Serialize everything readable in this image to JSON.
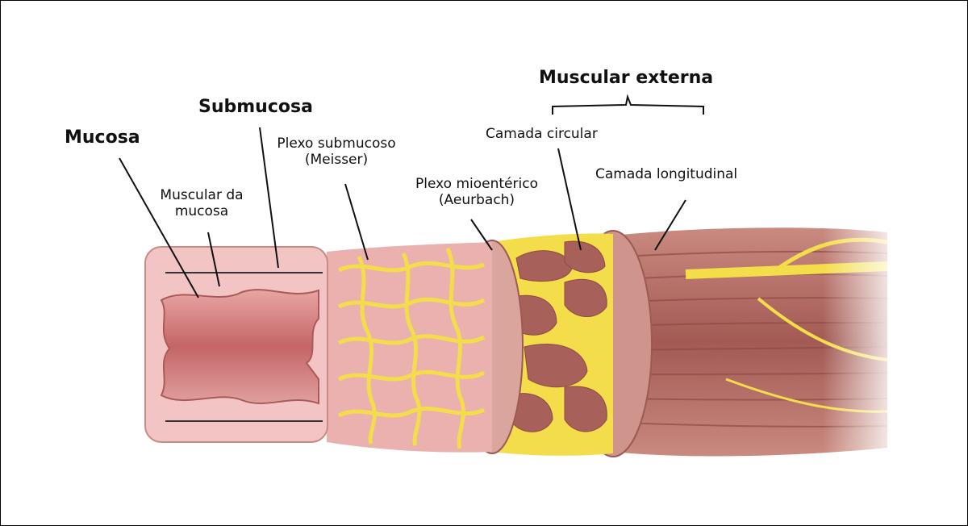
{
  "labels": {
    "mucosa": "Mucosa",
    "submucosa": "Submucosa",
    "muscular_externa": "Muscular externa",
    "muscular_da_mucosa_1": "Muscular da",
    "muscular_da_mucosa_2": "mucosa",
    "plexo_submucoso_1": "Plexo submucoso",
    "plexo_submucoso_2": "(Meisser)",
    "plexo_mioenterico_1": "Plexo mioentérico",
    "plexo_mioenterico_2": "(Aeurbach)",
    "camada_circular": "Camada circular",
    "camada_longitudinal": "Camada longitudinal"
  },
  "colors": {
    "mucosa_pink": "#f2c4c4",
    "lumen": "#c7676a",
    "submucosa_pink": "#eab1ae",
    "plexus_yellow": "#f4dd4a",
    "muscle_brown": "#a8605a",
    "muscle_light": "#c98a80"
  }
}
